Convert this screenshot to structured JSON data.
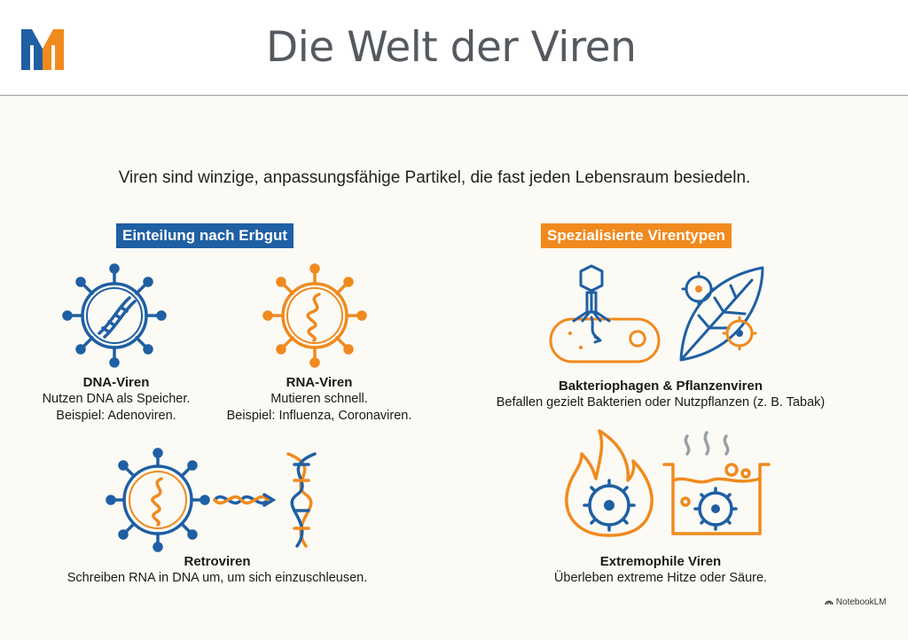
{
  "header": {
    "title": "Die Welt der Viren",
    "logo_text": "M"
  },
  "intro": "Viren sind winzige, anpassungsfähige Partikel, die fast jeden Lebensraum besiedeln.",
  "left_section": {
    "heading": "Einteilung nach Erbgut",
    "dna": {
      "title": "DNA-Viren",
      "line1": "Nutzen DNA als Speicher.",
      "line2": "Beispiel: Adenoviren."
    },
    "rna": {
      "title": "RNA-Viren",
      "line1": "Mutieren schnell.",
      "line2": "Beispiel: Influenza, Coronaviren."
    },
    "retro": {
      "title": "Retroviren",
      "line1": "Schreiben RNA in DNA um, um sich einzuschleusen."
    }
  },
  "right_section": {
    "heading": "Spezialisierte Virentypen",
    "phage": {
      "title": "Bakteriophagen & Pflanzenviren",
      "line1": "Befallen gezielt Bakterien oder Nutzpflanzen (z. B. Tabak)"
    },
    "extreme": {
      "title": "Extremophile Viren",
      "line1": "Überleben extreme Hitze oder Säure."
    }
  },
  "footer": {
    "brand": "NotebookLM"
  },
  "colors": {
    "blue": "#1f5fa3",
    "orange": "#f08a1e",
    "text": "#1a1a1a"
  }
}
